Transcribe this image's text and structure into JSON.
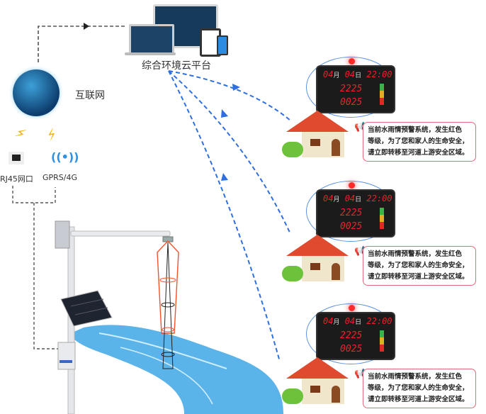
{
  "cloud_platform": {
    "label": "综合环境云平台"
  },
  "internet": {
    "label": "互联网"
  },
  "connections": {
    "rj45": {
      "label": "RJ45网口",
      "icon": "ethernet-port-icon"
    },
    "gprs": {
      "label": "GPRS/4G",
      "icon": "wireless-signal-icon"
    }
  },
  "colors": {
    "arrow_blue": "#2f6fe0",
    "warning_border": "#e36a7a",
    "led_red": "#e8232a",
    "roof_red": "#e04a2f",
    "river_blue": "#4aa6e0",
    "radar_orange": "#f0542a"
  },
  "alerts": [
    {
      "display": {
        "month": "04",
        "month_unit": "月",
        "day": "04",
        "day_unit": "日",
        "time": "22:00",
        "value1": "2225",
        "value2": "0025"
      },
      "message_lines": [
        "当前水雨情预警系统，发生红色",
        "等级，为了您和家人的生命安全，",
        "请立即转移至河道上游安全区域。"
      ]
    },
    {
      "display": {
        "month": "04",
        "month_unit": "月",
        "day": "04",
        "day_unit": "日",
        "time": "22:00",
        "value1": "2225",
        "value2": "0025"
      },
      "message_lines": [
        "当前水雨情预警系统，发生红色",
        "等级，为了您和家人的生命安全，",
        "请立即转移至河道上游安全区域。"
      ]
    },
    {
      "display": {
        "month": "04",
        "month_unit": "月",
        "day": "04",
        "day_unit": "日",
        "time": "22:00",
        "value1": "2225",
        "value2": "0025"
      },
      "message_lines": [
        "当前水雨情预警系统，发生红色",
        "等级，为了您和家人的生命安全，",
        "请立即转移至河道上游安全区域。"
      ]
    }
  ]
}
